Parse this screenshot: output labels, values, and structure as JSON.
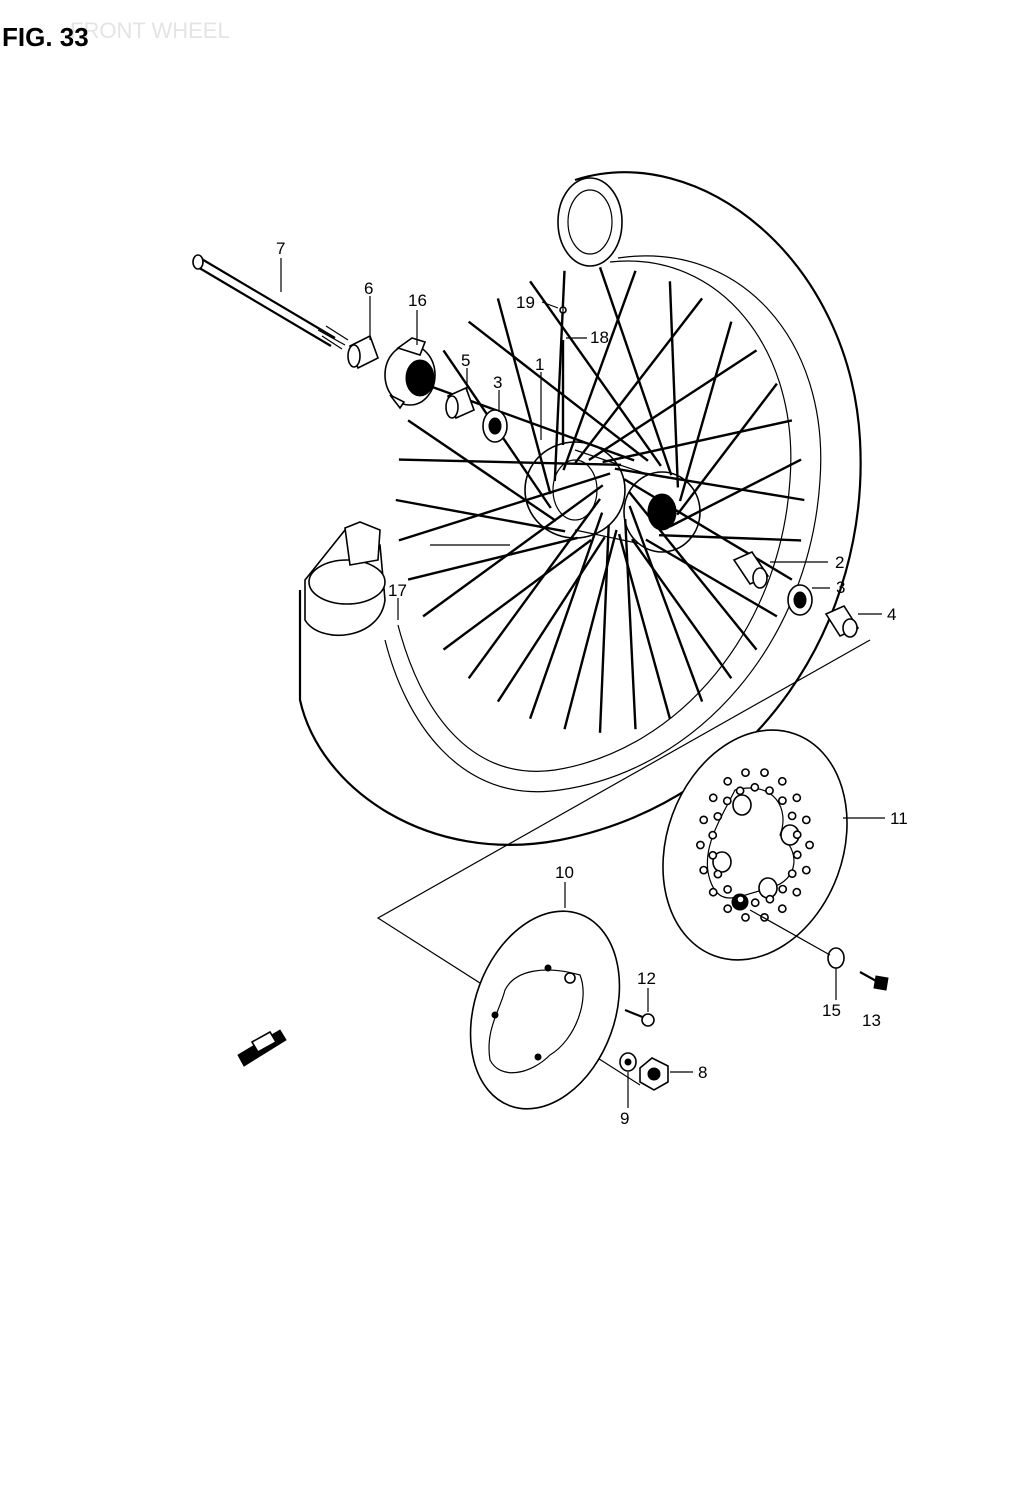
{
  "figure": {
    "label": "FIG. 33",
    "subtitle": "FRONT WHEEL"
  },
  "callouts": [
    {
      "id": "c1",
      "text": "1"
    },
    {
      "id": "c2",
      "text": "2"
    },
    {
      "id": "c3a",
      "text": "3"
    },
    {
      "id": "c3b",
      "text": "3"
    },
    {
      "id": "c4",
      "text": "4"
    },
    {
      "id": "c5",
      "text": "5"
    },
    {
      "id": "c6",
      "text": "6"
    },
    {
      "id": "c7",
      "text": "7"
    },
    {
      "id": "c8",
      "text": "8"
    },
    {
      "id": "c9",
      "text": "9"
    },
    {
      "id": "c10",
      "text": "10"
    },
    {
      "id": "c11",
      "text": "11"
    },
    {
      "id": "c12",
      "text": "12"
    },
    {
      "id": "c13",
      "text": "13"
    },
    {
      "id": "c15",
      "text": "15"
    },
    {
      "id": "c16",
      "text": "16"
    },
    {
      "id": "c17",
      "text": "17"
    },
    {
      "id": "c18",
      "text": "18"
    },
    {
      "id": "c19",
      "text": "19"
    }
  ]
}
